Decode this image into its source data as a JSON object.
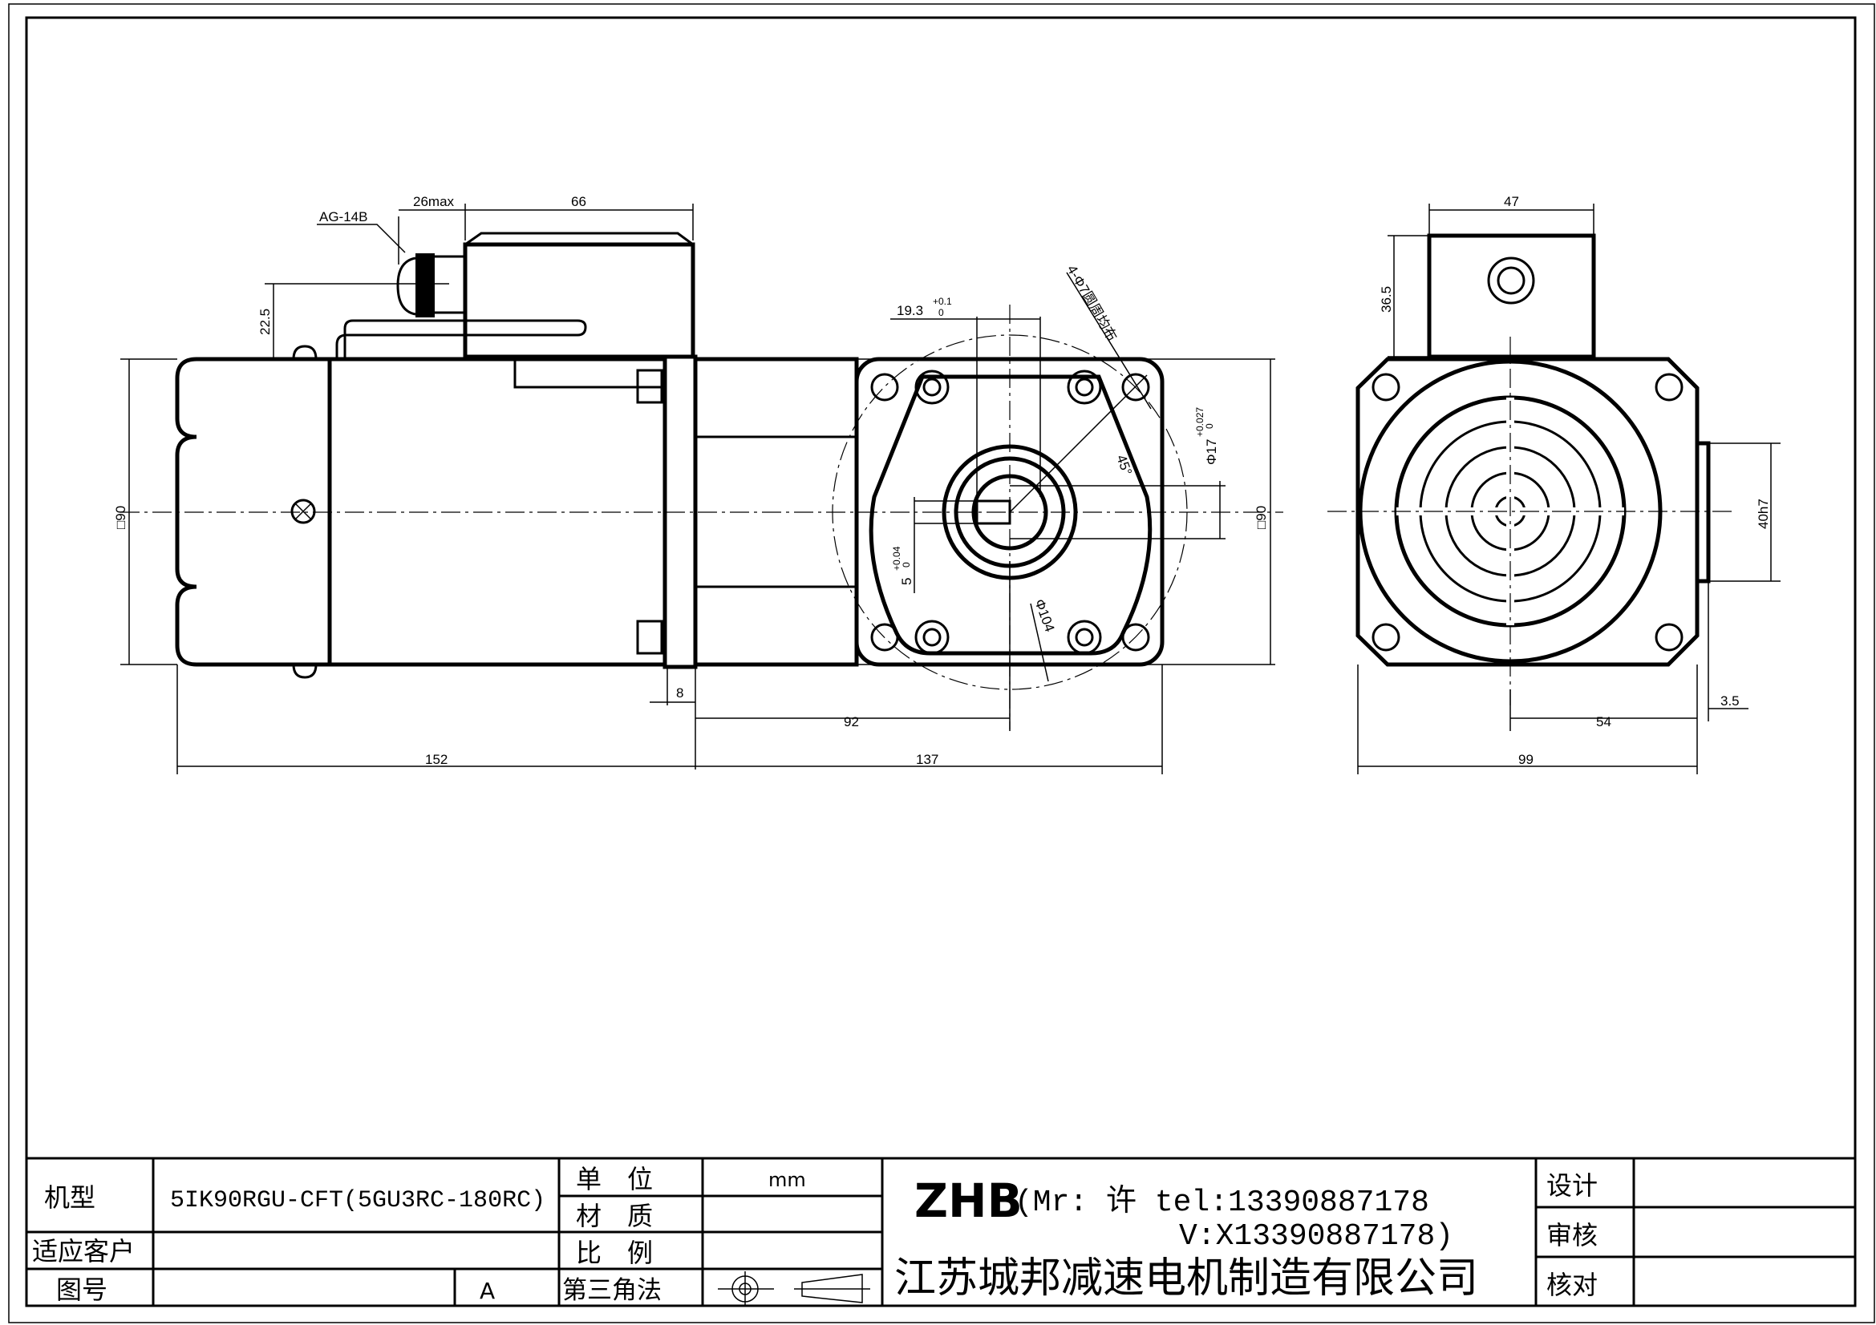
{
  "drawing": {
    "left_view": {
      "connector_label": "AG-14B",
      "dim_connector": "26max",
      "dim_terminal_box": "66",
      "dim_height_terminal": "22.5",
      "dim_square": "□90",
      "dim_flange": "8",
      "dim_shaft_offset": "92",
      "dim_motor_length": "152",
      "dim_gearbox_length": "137"
    },
    "front_view": {
      "dim_key": "19.3",
      "dim_key_tol_upper": "+0.1",
      "dim_key_tol_lower": "0",
      "holes_note": "4-Φ7圆周均布",
      "angle": "45°",
      "dim_bore": "Φ17",
      "dim_bore_tol_upper": "+0.027",
      "dim_bore_tol_lower": "0",
      "dim_keyway": "5",
      "dim_keyway_tol_upper": "+0.04",
      "dim_keyway_tol_lower": "0",
      "dim_pcd": "Φ104",
      "dim_square": "□90"
    },
    "right_view": {
      "dim_box_width": "47",
      "dim_box_height": "36.5",
      "dim_pilot": "40h7",
      "dim_offset": "54",
      "dim_pilot_len": "3.5",
      "dim_width": "99"
    }
  },
  "title_block": {
    "model_label": "机型",
    "model_value": "5IK90RGU-CFT(5GU3RC-180RC)",
    "customer_label": "适应客户",
    "customer_value": "",
    "drawing_no_label": "图号",
    "drawing_no_value": "",
    "revision": "A",
    "unit_label": "单　位",
    "unit_value": "mm",
    "material_label": "材　质",
    "material_value": "",
    "scale_label": "比　例",
    "scale_value": "",
    "projection_label": "第三角法",
    "brand": "ZHB",
    "contact_line1": "(Mr: 许 tel:13390887178",
    "contact_line2": "V:X13390887178)",
    "company": "江苏城邦减速电机制造有限公司",
    "design_label": "设计",
    "review_label": "审核",
    "check_label": "核对"
  }
}
